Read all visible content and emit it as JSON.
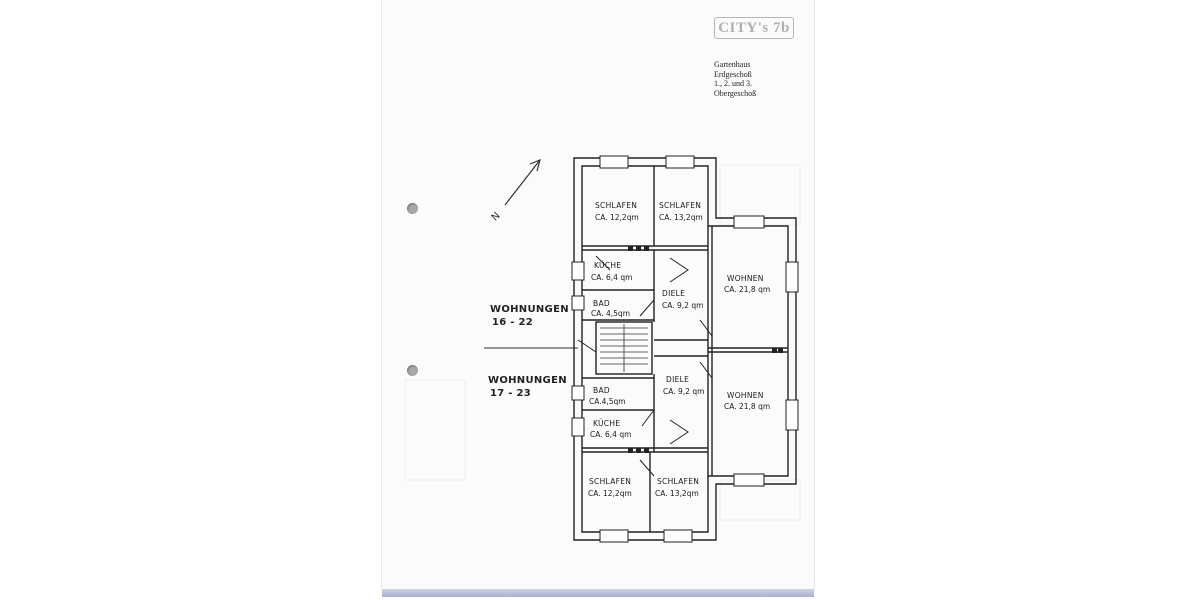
{
  "logo": {
    "text": "CITY's 7b"
  },
  "caption": {
    "line1": "Gartenhaus",
    "line2": "Erdgeschoß",
    "line3": "1., 2. und 3.",
    "line4": "Obergeschoß"
  },
  "north": {
    "label": "N"
  },
  "apartments": [
    {
      "label": "WOHNUNGEN",
      "units": "16 - 22"
    },
    {
      "label": "WOHNUNGEN",
      "units": "17 - 23"
    }
  ],
  "rooms_upper": [
    {
      "name": "SCHLAFEN",
      "area": "CA. 12,2qm"
    },
    {
      "name": "SCHLAFEN",
      "area": "CA. 13,2qm"
    },
    {
      "name": "KÜCHE",
      "area": "CA. 6,4 qm"
    },
    {
      "name": "BAD",
      "area": "CA. 4,5qm"
    },
    {
      "name": "DIELE",
      "area": "CA. 9,2 qm"
    },
    {
      "name": "WOHNEN",
      "area": "CA. 21,8 qm"
    }
  ],
  "rooms_lower": [
    {
      "name": "BAD",
      "area": "CA.4,5qm"
    },
    {
      "name": "KÜCHE",
      "area": "CA. 6,4 qm"
    },
    {
      "name": "DIELE",
      "area": "CA. 9,2 qm"
    },
    {
      "name": "WOHNEN",
      "area": "CA. 21,8 qm"
    },
    {
      "name": "SCHLAFEN",
      "area": "CA. 12,2qm"
    },
    {
      "name": "SCHLAFEN",
      "area": "CA. 13,2qm"
    }
  ]
}
